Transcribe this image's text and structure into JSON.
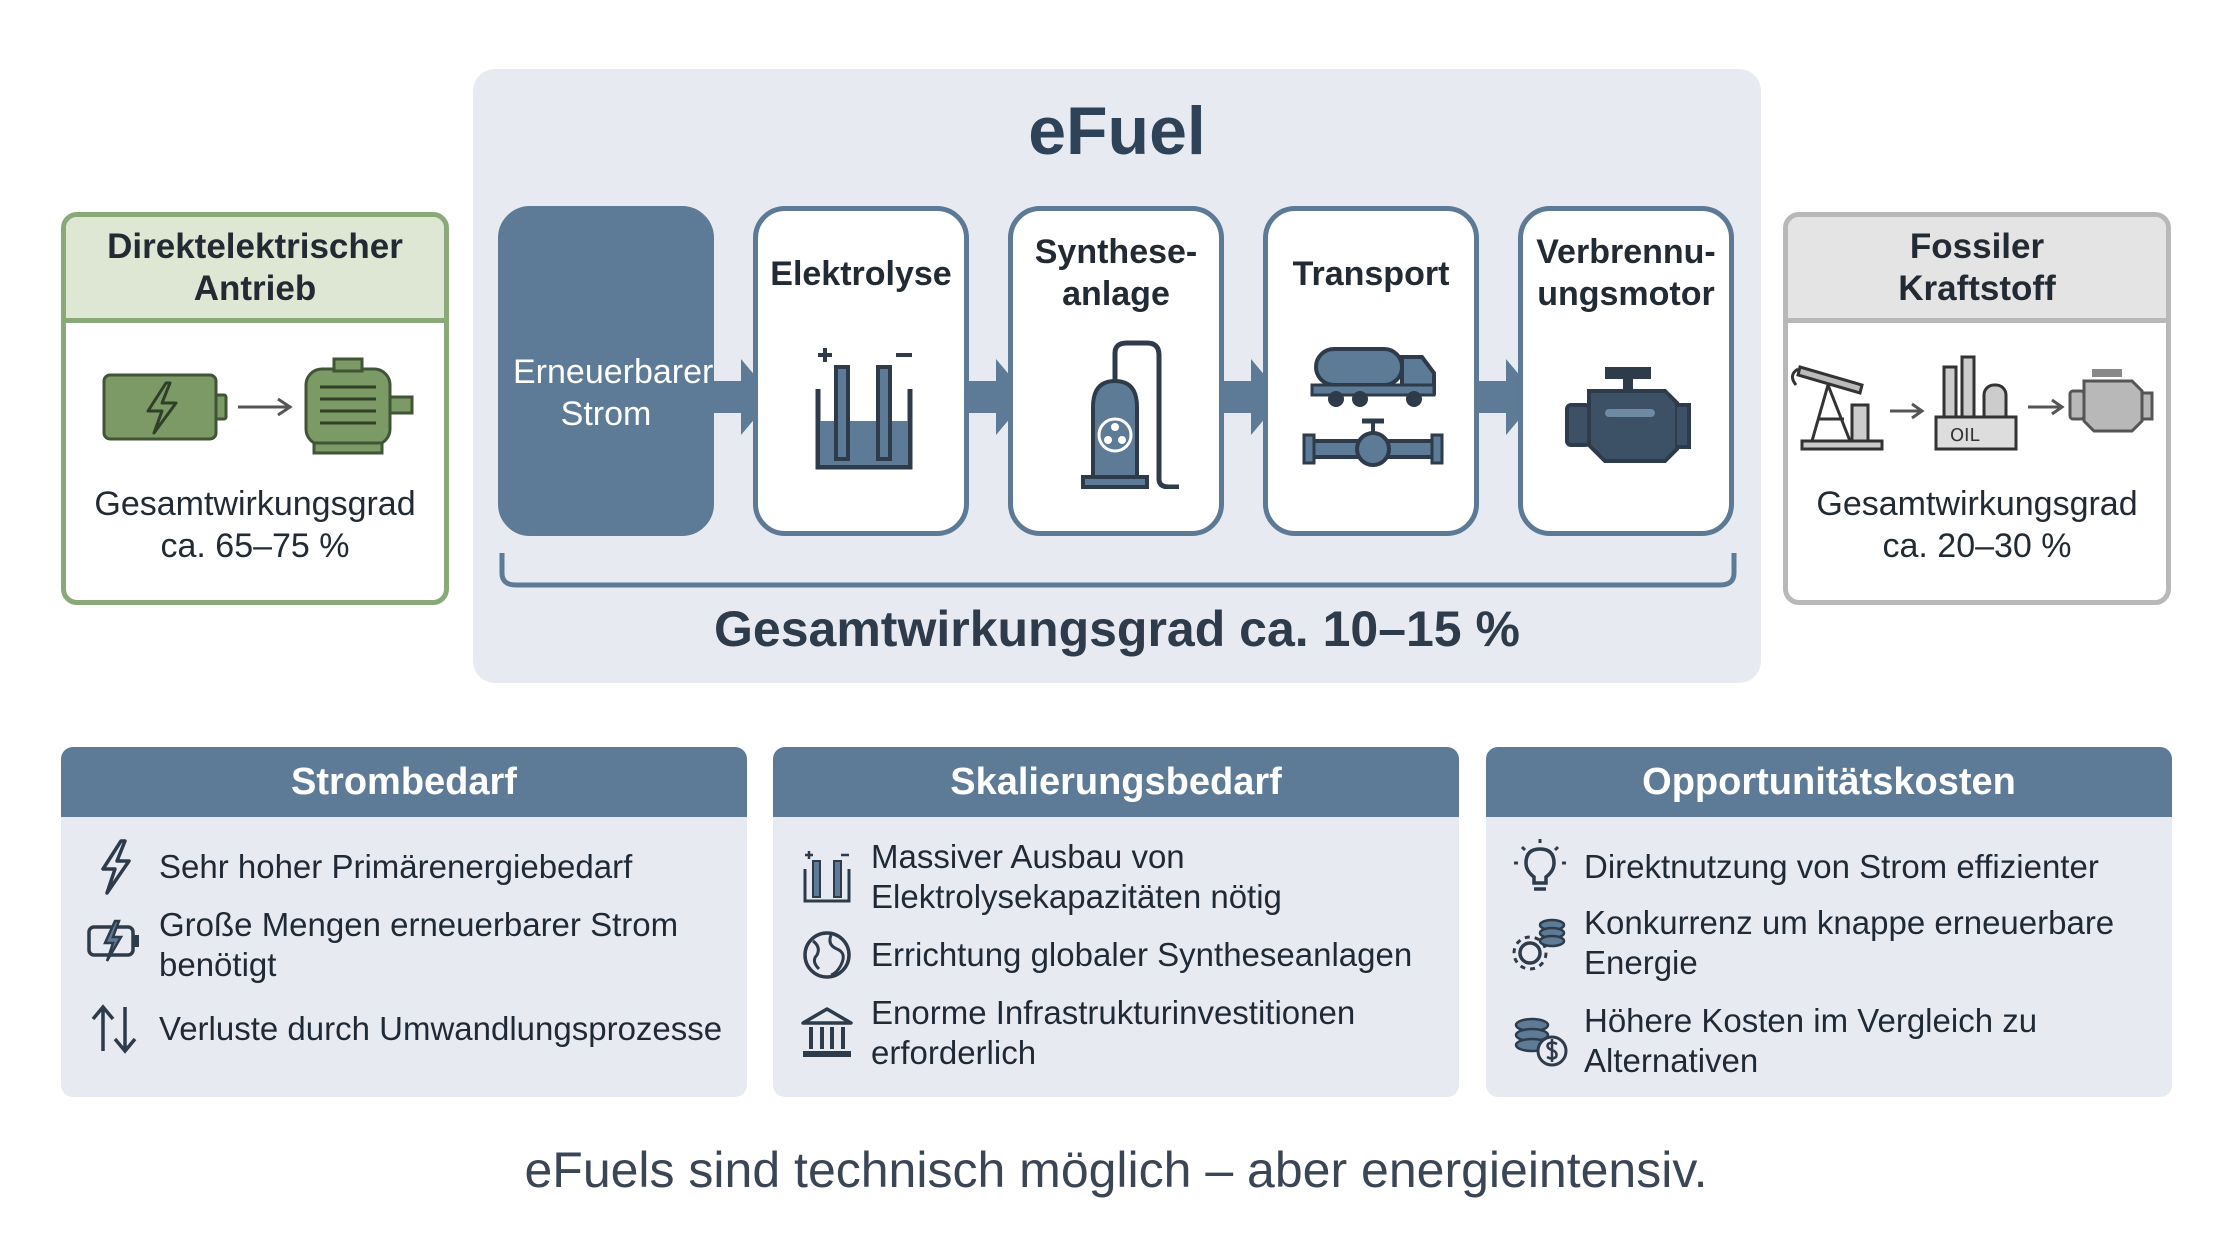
{
  "left_card": {
    "title": "Direktelektrischer Antrieb",
    "efficiency_line1": "Gesamtwirkungsgrad",
    "efficiency_line2": "ca. 65–75 %"
  },
  "right_card": {
    "title": "Fossiler Kraftstoff",
    "efficiency_line1": "Gesamtwirkungsgrad",
    "efficiency_line2": "ca. 20–30 %",
    "oil_label": "OIL"
  },
  "efuel": {
    "title": "eFuel",
    "steps": [
      {
        "label": "Erneuerbarer Strom"
      },
      {
        "label": "Elektrolyse"
      },
      {
        "label": "Synthese-anlage"
      },
      {
        "label": "Transport"
      },
      {
        "label": "Verbrennu-ungsmotor"
      }
    ],
    "efficiency": "Gesamtwirkungsgrad ca. 10–15 %"
  },
  "cards": {
    "strombedarf": {
      "title": "Strombedarf",
      "items": [
        "Sehr hoher Primärenergiebedarf",
        "Große Mengen erneuerbarer Strom benötigt",
        "Verluste durch Umwandlungsprozesse"
      ]
    },
    "skalierung": {
      "title": "Skalierungsbedarf",
      "items": [
        "Massiver Ausbau von Elektrolysekapazitäten nötig",
        "Errichtung globaler Syntheseanlagen",
        "Enorme Infrastrukturinvestitionen erforderlich"
      ]
    },
    "opportunitaet": {
      "title": "Opportunitätskosten",
      "items": [
        "Direktnutzung von Strom effizienter",
        "Konkurrenz um knappe erneuerbare Energie",
        "Höhere Kosten im Vergleich zu Alternativen"
      ]
    }
  },
  "footer": "eFuels sind technisch möglich – aber energieintensiv.",
  "colors": {
    "accent": "#5d7b97",
    "panel": "#e7ebf1",
    "green_border": "#8aa878",
    "green_fill": "#7b9a66"
  }
}
